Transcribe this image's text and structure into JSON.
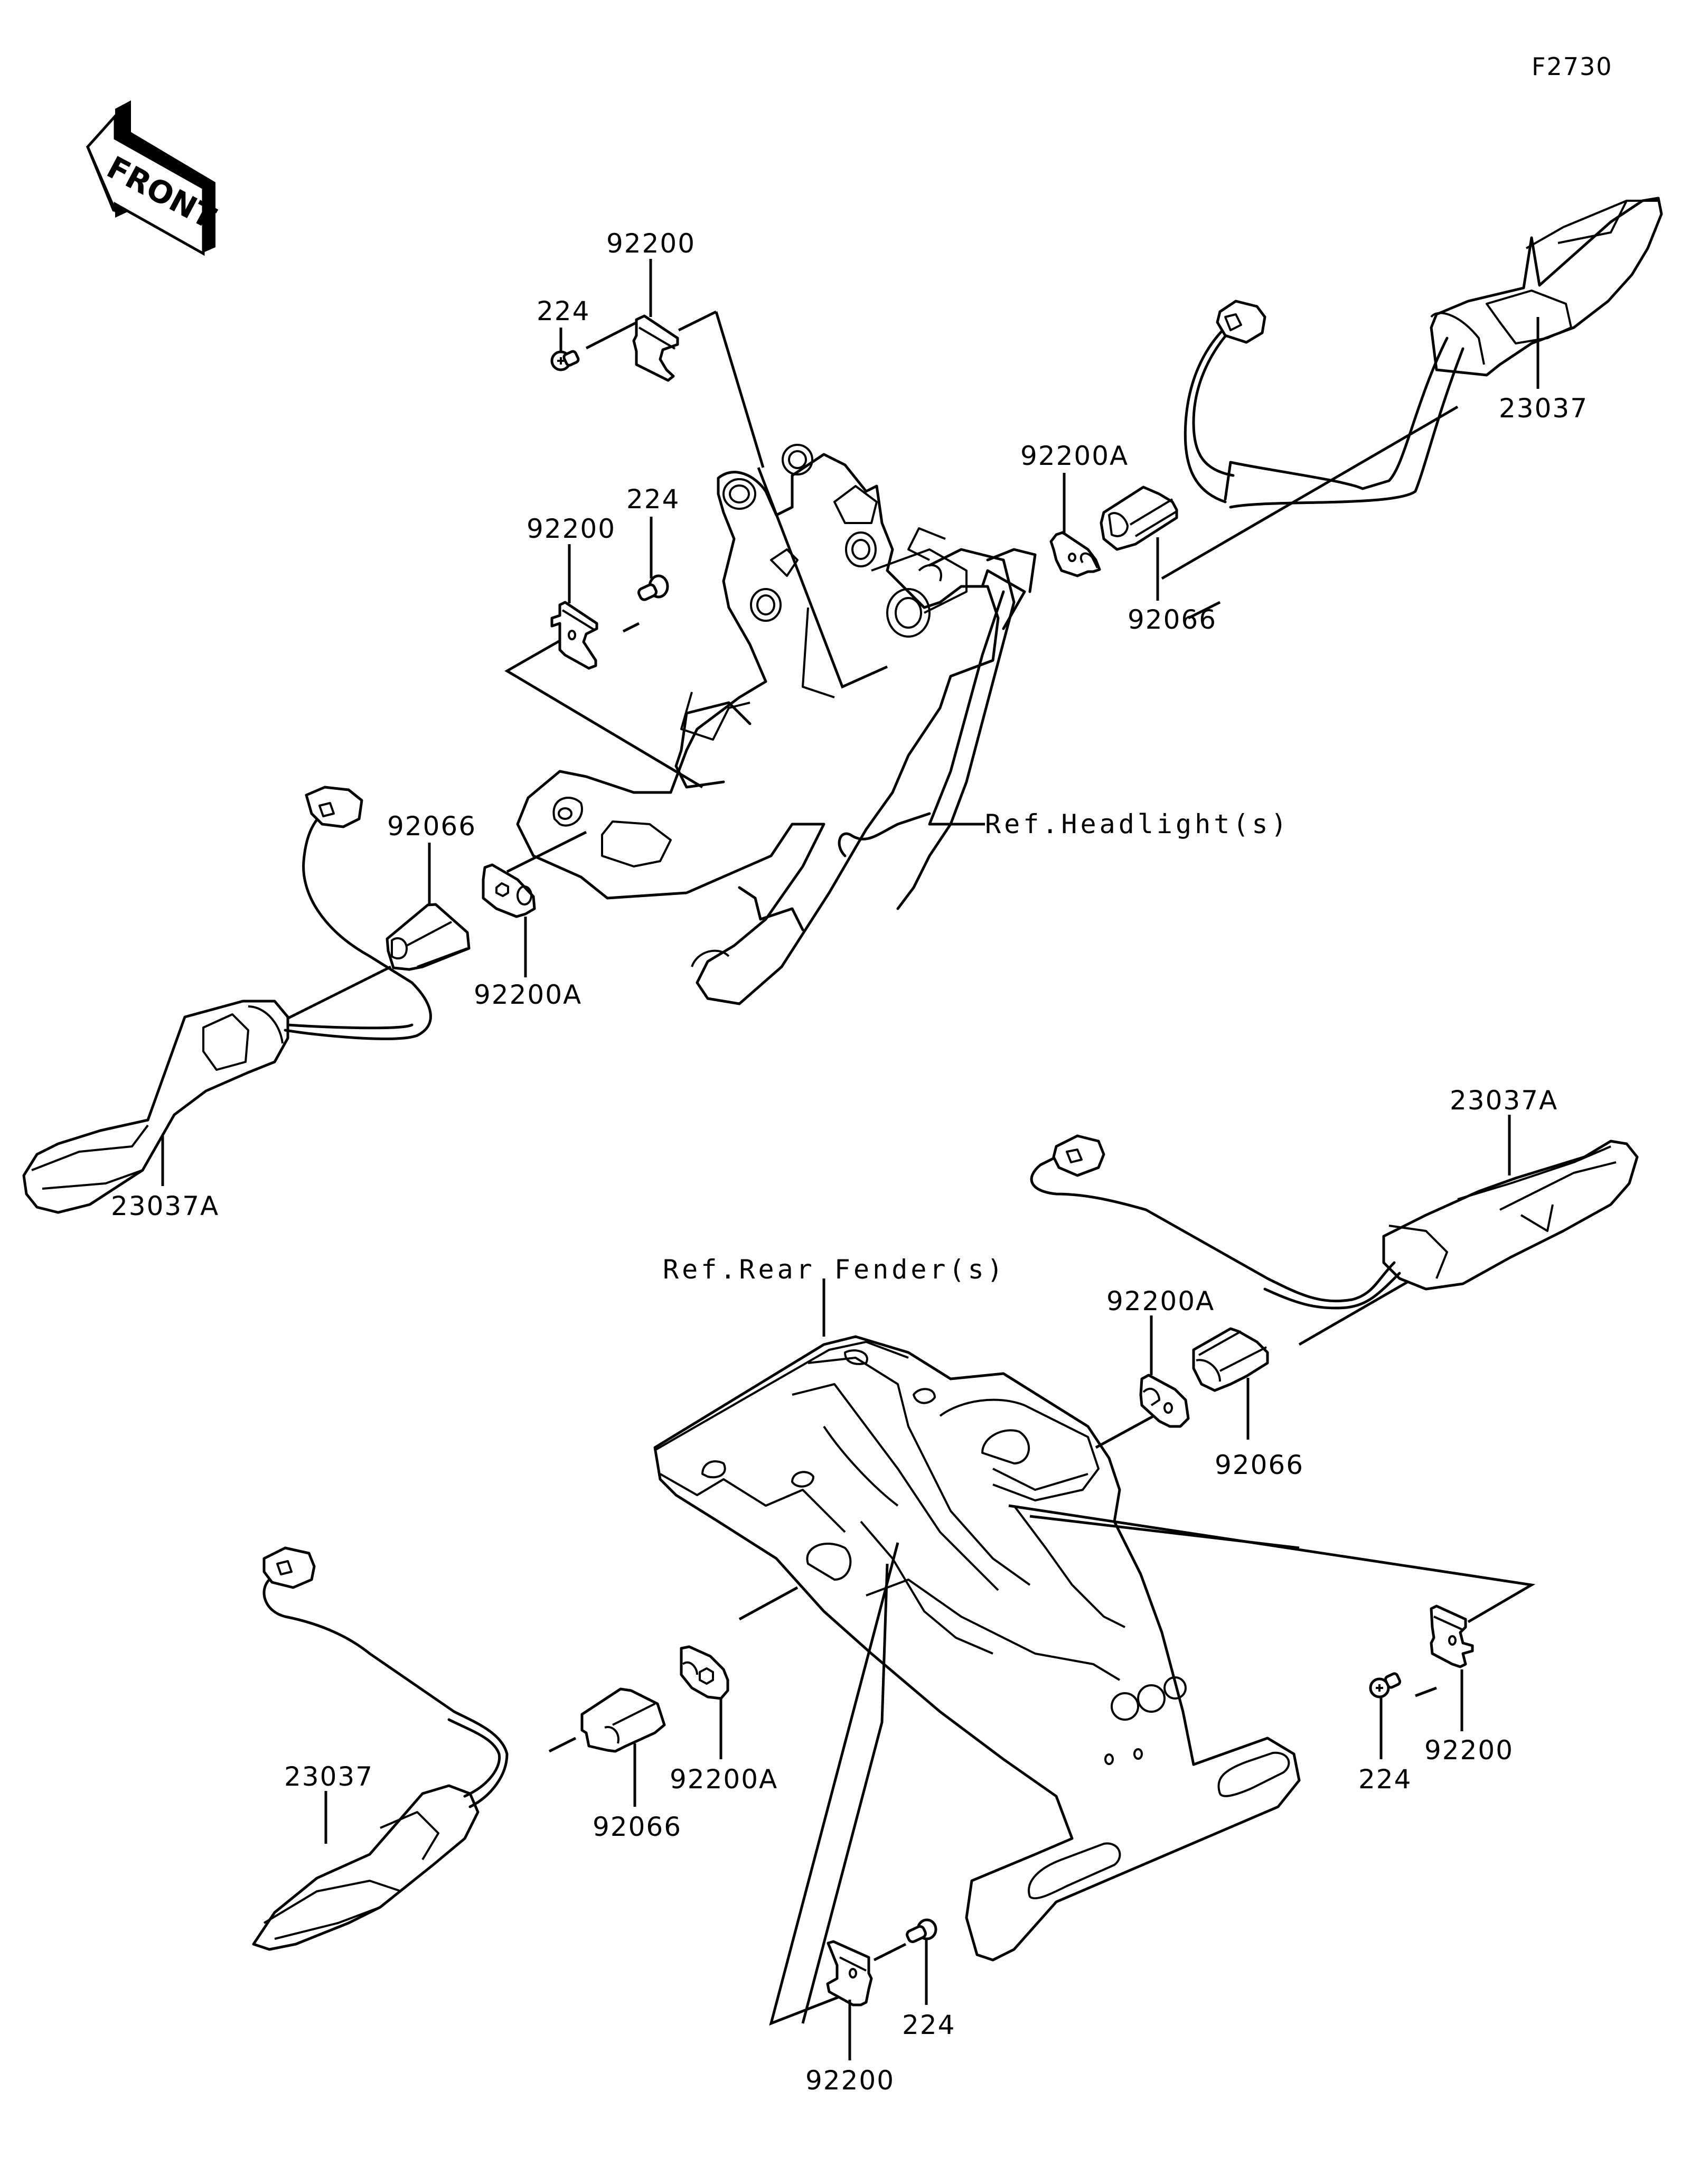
{
  "figure": {
    "code": "F2730",
    "orientation_label": "FRONT",
    "orientation_icon": "front-arrow-icon"
  },
  "references": {
    "headlight": "Ref.Headlight(s)",
    "rear_fender": "Ref.Rear Fender(s)"
  },
  "callouts": {
    "front_top_clamp": "92200",
    "front_top_bolt": "224",
    "front_mid_clamp": "92200",
    "front_mid_bolt": "224",
    "front_right_plate": "92200A",
    "front_right_connector": "92066",
    "front_right_signal": "23037",
    "front_left_connector": "92066",
    "front_left_plate": "92200A",
    "front_left_signal": "23037A",
    "rear_right_signal": "23037A",
    "rear_right_plate": "92200A",
    "rear_right_connector": "92066",
    "rear_right_bolt": "224",
    "rear_right_clamp": "92200",
    "rear_left_signal": "23037",
    "rear_left_connector": "92066",
    "rear_left_plate": "92200A",
    "rear_bottom_bolt": "224",
    "rear_bottom_clamp": "92200"
  }
}
